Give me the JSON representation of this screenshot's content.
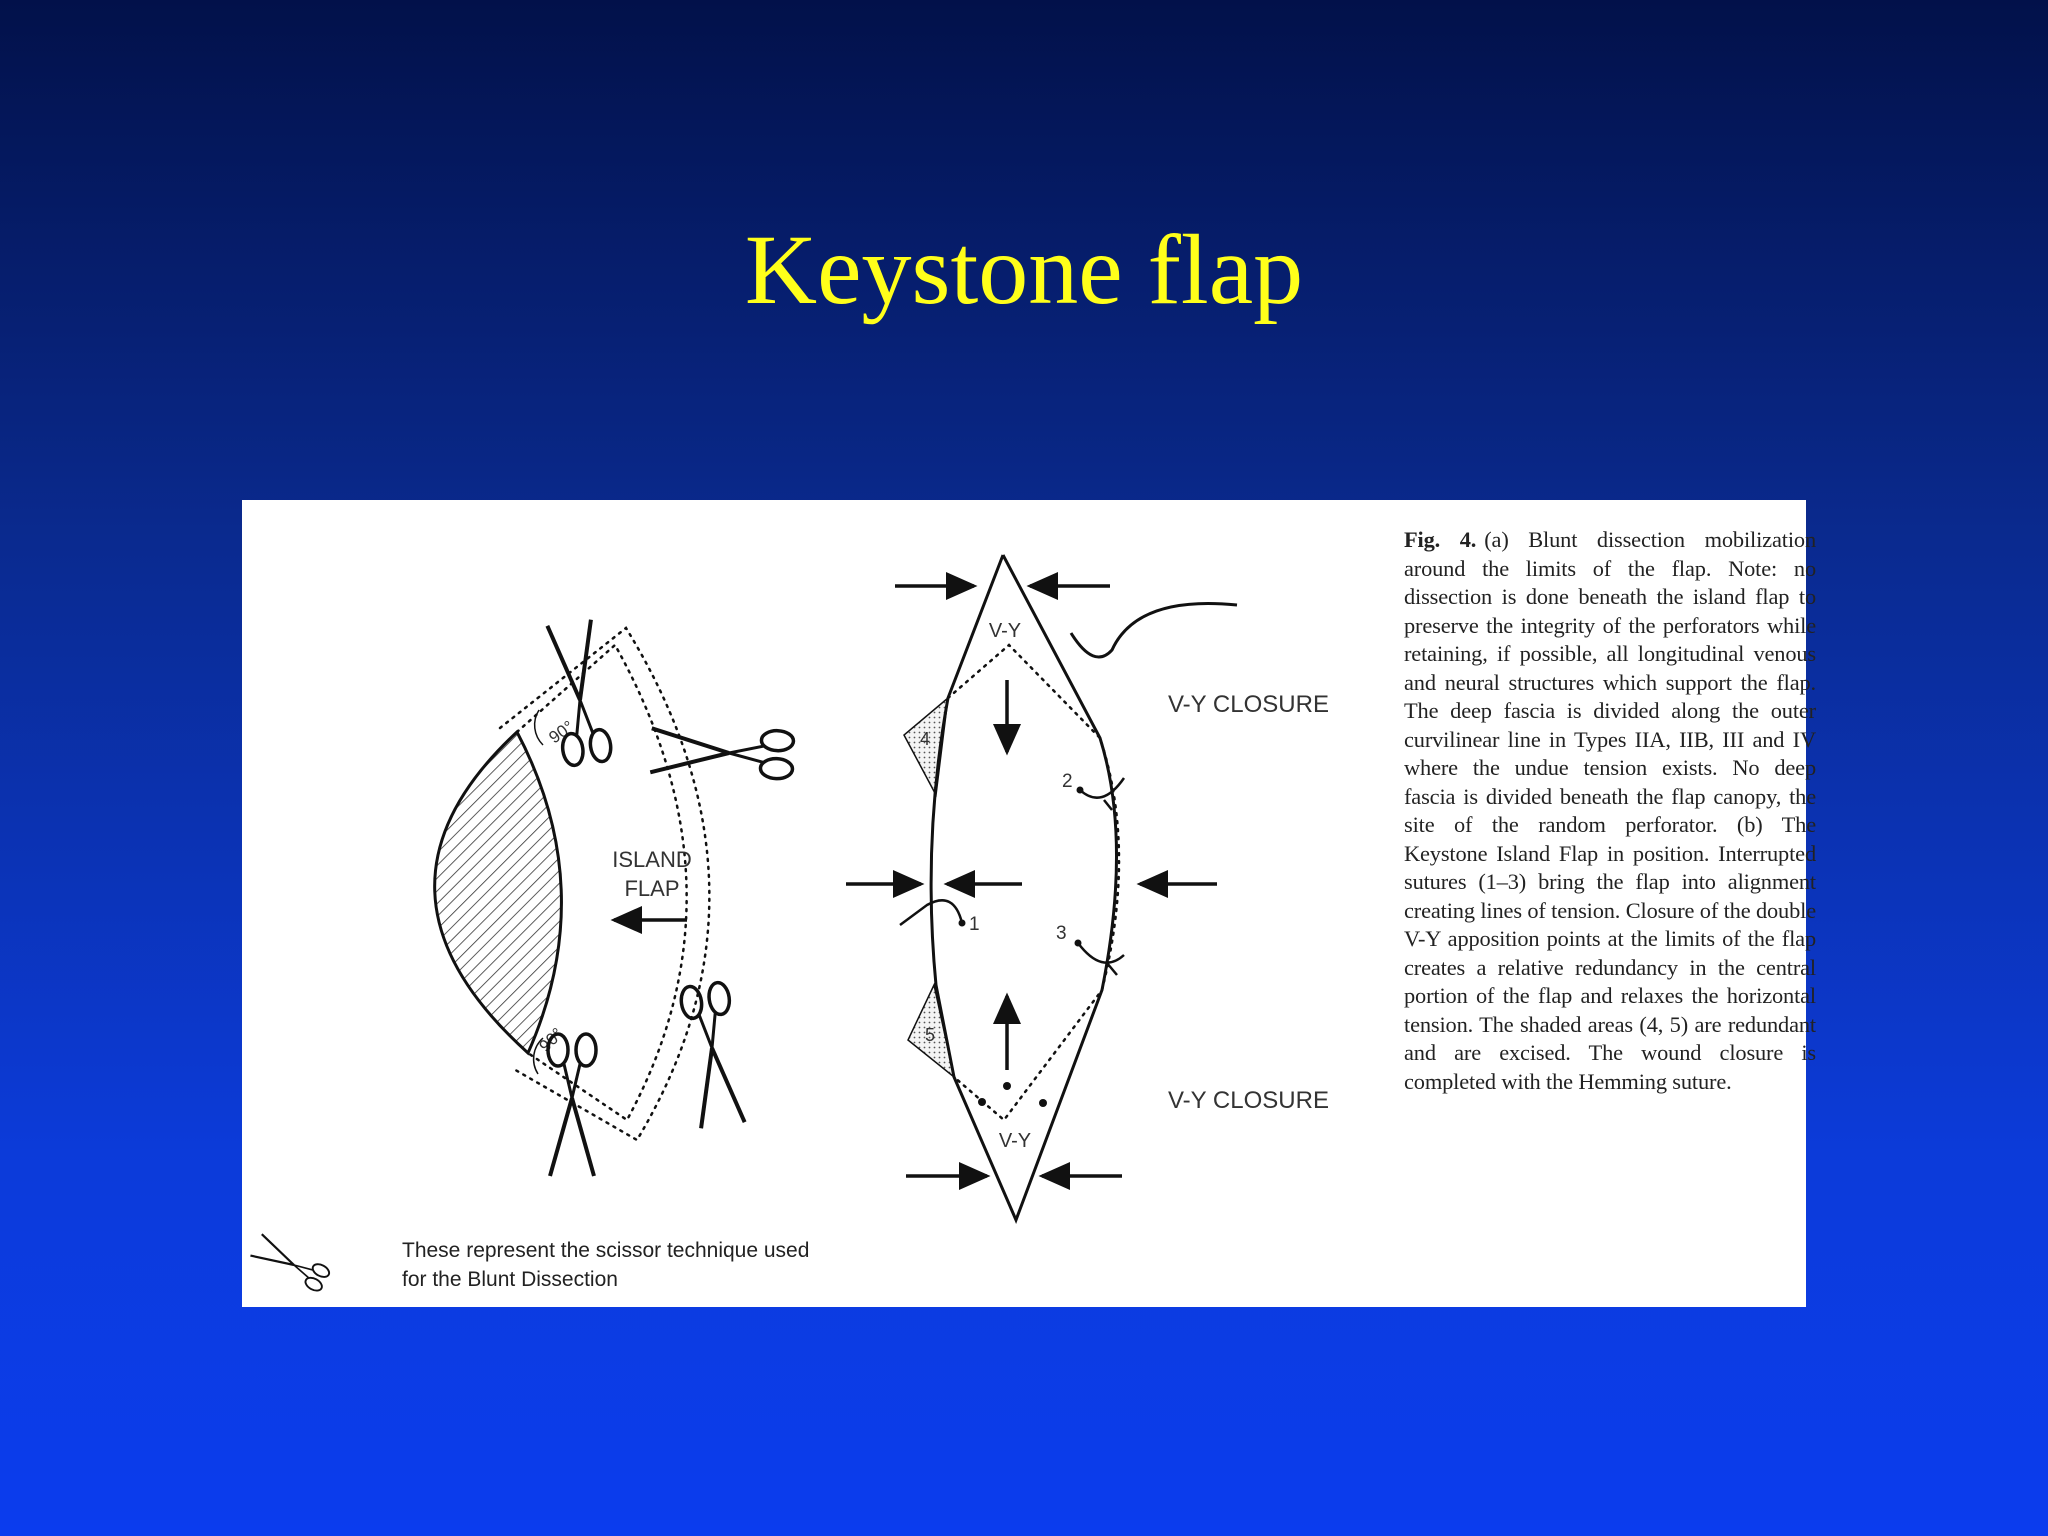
{
  "slide": {
    "title": "Keystone flap",
    "title_color": "#ffff1a",
    "background_top": "#02114a",
    "background_bottom": "#0b3cee"
  },
  "figure": {
    "left_diagram": {
      "island_label_line1": "ISLAND",
      "island_label_line2": "FLAP",
      "angle_top": "90°",
      "angle_bottom": "90°"
    },
    "right_diagram": {
      "vy_top": "V-Y",
      "vy_bottom": "V-Y",
      "closure_top": "V-Y CLOSURE",
      "closure_bottom": "V-Y CLOSURE",
      "suture_1": "1",
      "suture_2": "2",
      "suture_3": "3",
      "area_4": "4",
      "area_5": "5"
    },
    "legend": {
      "icon": "scissors-icon",
      "text": "These represent the scissor technique used for the Blunt Dissection"
    },
    "caption": {
      "fig_number": "Fig. 4.",
      "text": "(a) Blunt dissection mobilization around the limits of the flap. Note: no dissection is done beneath the island flap to preserve the integrity of the perforators while retaining, if possible, all longitudinal venous and neural structures which support the flap. The deep fascia is divided along the outer curvilinear line in Types IIA, IIB, III and IV where the undue tension exists. No deep fascia is divided beneath the flap canopy, the site of the random perforator. (b) The Keystone Island Flap in position. Interrupted sutures (1–3) bring the flap into alignment creating lines of tension. Closure of the double V-Y apposition points at the limits of the flap creates a relative redundancy in the central portion of the flap and relaxes the horizontal tension. The shaded areas (4, 5) are redundant and are excised. The wound closure is completed with the Hemming suture."
    }
  }
}
